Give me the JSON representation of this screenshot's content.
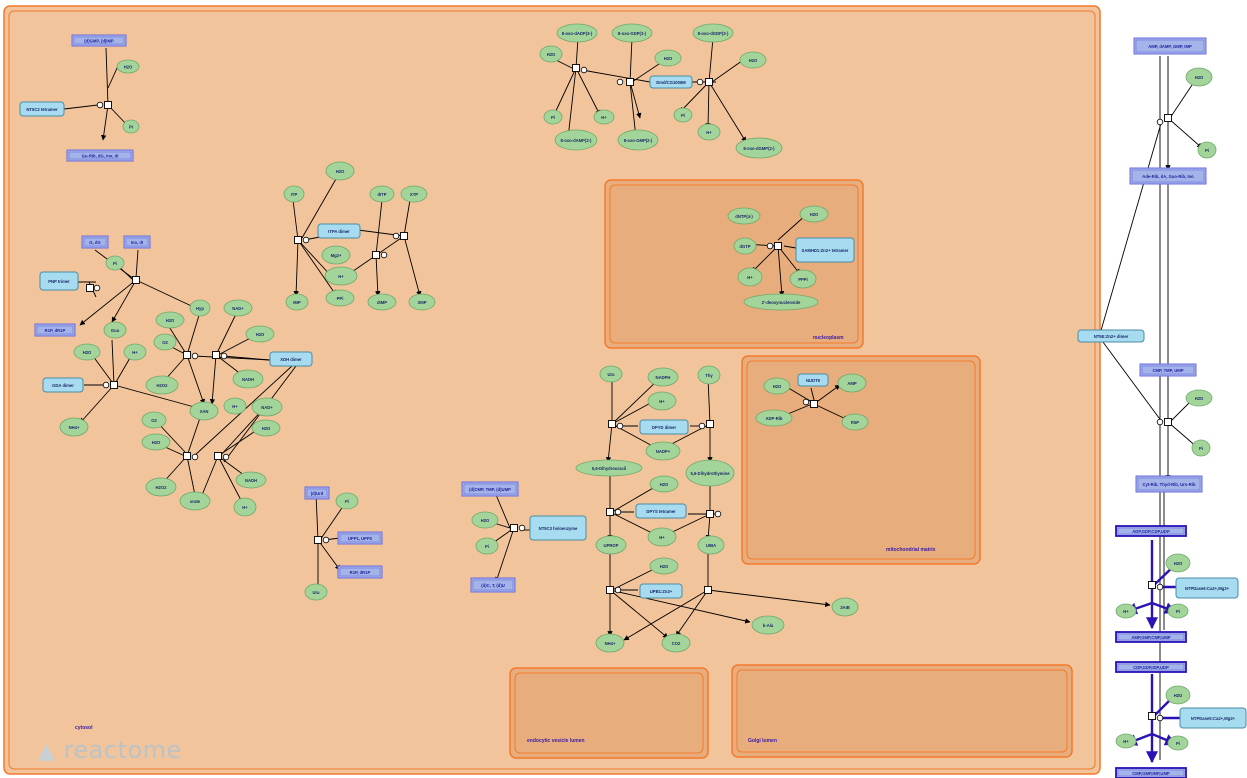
{
  "compartments": {
    "cytosol": "cytosol",
    "nucleoplasm": "nucleoplasm",
    "mitochondrial_matrix": "mitochondrial matrix",
    "endocytic_vesicle_lumen": "endocytic vesicle lumen",
    "golgi_lumen": "Golgi lumen"
  },
  "logo": "reactome",
  "colors": {
    "cytosol_fill": "#f2c49b",
    "cytosol_border": "#f37a2c",
    "inner_fill": "#e8ad7c",
    "molecule_fill": "#a3d59a",
    "molecule_border": "#6fa86a",
    "protein_fill": "#a7dbef",
    "protein_border": "#4a8ca6",
    "complex_fill": "#a4b4e8",
    "complex_border": "#6b6be0",
    "highlight": "#2a12b6"
  },
  "nodes": {
    "c1": "(d)GMP, (d)IMP",
    "h2o_1": "H2O",
    "nt5c2": "NT5C2 tetramer",
    "pi_1": "Pi",
    "guo_rib": "Gu-Rib, dG, Ino, dI",
    "s_dadp": "8-oxo-dADP(3-)",
    "s_gdp": "8-oxo-GDP(3-)",
    "s_dgdp": "8-oxo-dGDP(3-)",
    "h2o_2": "H2O",
    "h2o_3": "H2O",
    "h2o_4": "H2O",
    "dnm": "Dmd/CG1006M",
    "pi_2": "Pi",
    "hp_1": "H+",
    "pi_3": "Pi",
    "s_damp": "8-oxo-dAMP(2-)",
    "s_gmp": "8-oxo-GMP(2-)",
    "hp_2": "H+",
    "s_dgmp": "8-oxo-dGMP(2-)",
    "itp": "ITP",
    "h2o_5": "H2O",
    "ditp": "dITP",
    "xtp": "XTP",
    "itpa": "ITPA dimer",
    "mg": "Mg2+",
    "hp_3": "H+",
    "imp": "IMP",
    "ppi_1": "PPi",
    "dimp": "dIMP",
    "xmp": "XMP",
    "dntp": "dNTP(4-)",
    "h2o_6": "H2O",
    "dgtp": "dGTP",
    "samhd1": "SAMHD1:Zn2+ tetramer",
    "hp_4": "H+",
    "pppi": "PPPi",
    "deoxy": "2'-deoxynucleoside",
    "g_dg": "G, dG",
    "ino_di": "Ino, dI",
    "pi_4": "Pi",
    "pnp": "PNP trimer",
    "r1p": "R1P, dR1P",
    "gua": "Gua",
    "h2o_7": "H2O",
    "hp_5": "H+",
    "gda": "GDA dimer",
    "nh4_1": "NH4+",
    "hyp": "Hyp",
    "nad_1": "NAD+",
    "h2o_8": "H2O",
    "o2_1": "O2",
    "h2o_9": "H2O",
    "xdh": "XDH dimer",
    "h2o2_1": "H2O2",
    "nadh_1": "NADH",
    "xan": "XAN",
    "hp_6": "H+",
    "nad_2": "NAD+",
    "o2_2": "O2",
    "h2o_10": "H2O",
    "h2o_11": "H2O",
    "h2o2_2": "H2O2",
    "urate": "urate",
    "nadh_2": "NADH",
    "hp_7": "H+",
    "dur": "(d)Urd",
    "pi_5": "Pi",
    "upp": "UPP1, UPP2",
    "r1p_2": "R1P, dR1P",
    "ura_1": "Ura",
    "dcmp": "(d)CMP, TMP, (d)UMP",
    "h2o_12": "H2O",
    "nt5c3": "NT5C3 holoenzyme",
    "pi_6": "Pi",
    "dc": "(d)C, T, (d)U",
    "ura_2": "Ura",
    "nadph": "NADPH",
    "thy": "Thy",
    "hp_8": "H+",
    "dpyd": "DPYD dimer",
    "nadp": "NADP+",
    "dhu": "5,6-Dihydrouracil",
    "dht": "5,6-Dihydrothymine",
    "h2o_13": "H2O",
    "dpys": "DPYS tetramer",
    "ureidop": "UPROP",
    "hp_9": "H+",
    "uiba": "UIBA",
    "h2o_14": "H2O",
    "upb1": "UPB1:Zn2+",
    "bala": "b-Ala",
    "three_aib": "3AIB",
    "nh4_2": "NH4+",
    "co2": "CO2",
    "h2o_15": "H2O",
    "nudt9": "NUDT9",
    "amp_m": "AMP",
    "adprib": "ADP-Rib",
    "r5p": "R5P",
    "amp_set": "AMP, dAMP, GMP, IMP",
    "h2o_16": "H2O",
    "pi_7": "Pi",
    "aderib": "Ade-Rib, dA, Guo-Rib, Ino",
    "nt5e": "NT5E:Zn2+ dimer",
    "cmp_set": "CMP, TMP, UMP",
    "h2o_17": "H2O",
    "pi_8": "Pi",
    "cytrib": "Cyt-Rib, Thyd-Rib, Uro-Rib",
    "adp_set": "ADP,GDP,CDP,UDP",
    "h2o_18": "H2O",
    "ntpdase6": "NTPDase6:Ca2+,Mg2+",
    "hp_10": "H+",
    "pi_9": "Pi",
    "amp_set2": "AMP,GMP,CMP,UMP",
    "cdp_set": "CDP,GDP,IDP,UDP",
    "h2o_19": "H2O",
    "ntpdase5": "NTPDase5:Ca2+,Mg2+",
    "hp_11": "H+",
    "pi_10": "Pi",
    "cmp_set2": "CMP,GMP,IMP,UMP"
  }
}
